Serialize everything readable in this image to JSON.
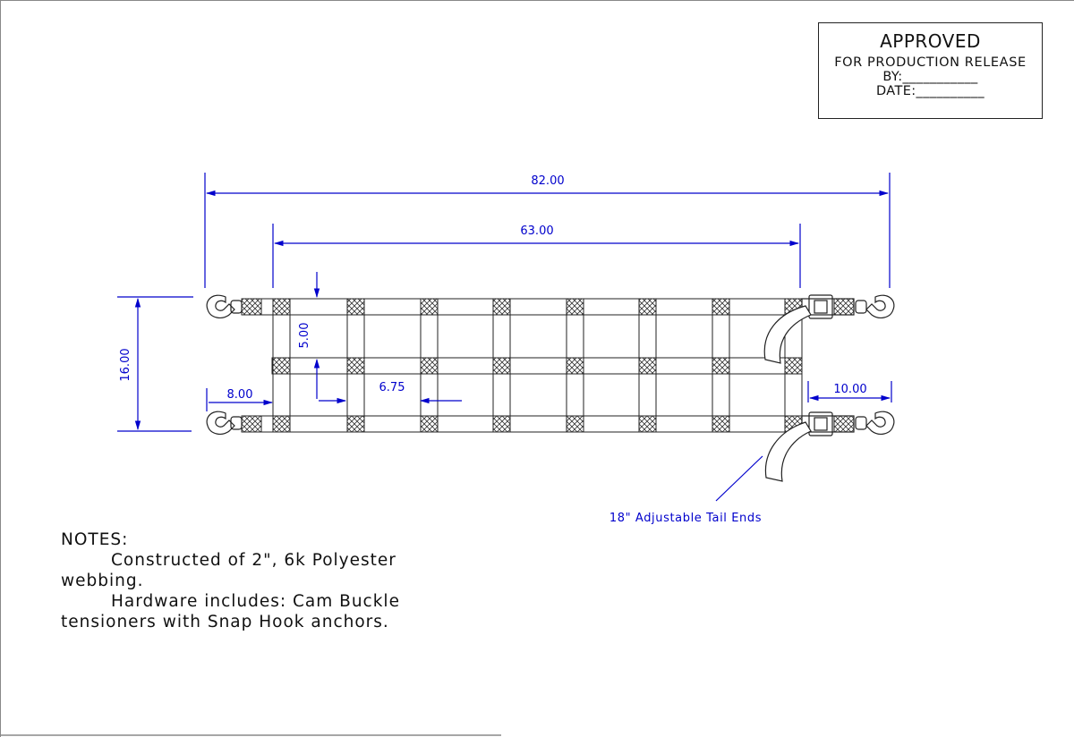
{
  "stamp": {
    "line1": "APPROVED",
    "line2": "FOR PRODUCTION RELEASE",
    "line3": "BY:___________",
    "line4": "DATE:__________"
  },
  "dimensions": {
    "overall_length": "82.00",
    "body_length": "63.00",
    "height": "16.00",
    "rung_spacing": "5.00",
    "cell_width": "6.75",
    "left_tail": "8.00",
    "right_tail": "10.00"
  },
  "callout": "18\" Adjustable Tail Ends",
  "notes": {
    "heading": "NOTES:",
    "note1": "Constructed of 2\", 6k Polyester webbing.",
    "note2": "Hardware includes: Cam Buckle tensioners with Snap Hook anchors."
  },
  "colors": {
    "dimension": "#0000cc",
    "line": "#222222"
  }
}
